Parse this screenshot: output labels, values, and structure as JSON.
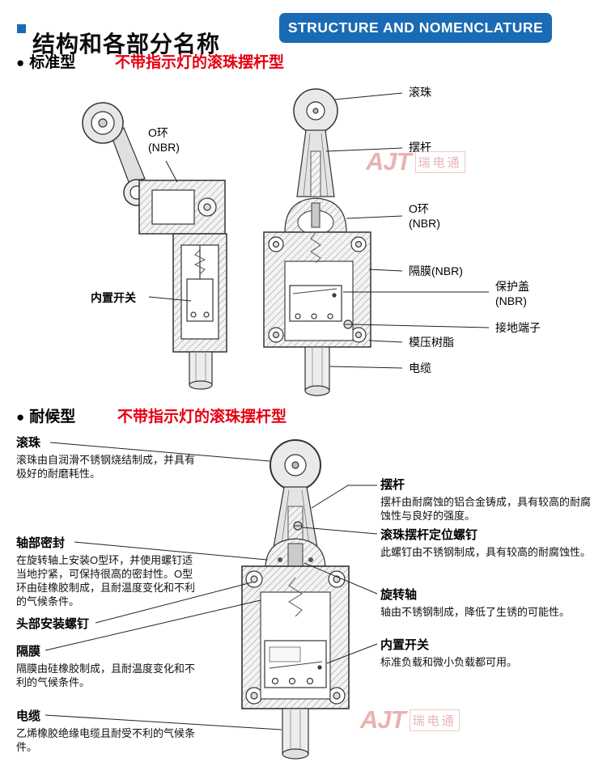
{
  "header": {
    "title": "结构和各部分名称",
    "badge": "STRUCTURE AND NOMENCLATURE"
  },
  "colors": {
    "accent_blue": "#1a6bb5",
    "subtitle_red": "#e60012",
    "watermark_red": "#dd7f7f"
  },
  "section1": {
    "bullet": "●",
    "type_label": "标准型",
    "subtitle": "不带指示灯的滚珠摆杆型",
    "labels": {
      "oring_left_1": "O环",
      "oring_left_2": "(NBR)",
      "builtin_switch": "内置开关",
      "roller": "滚珠",
      "lever": "摆杆",
      "oring_right_1": "O环",
      "oring_right_2": "(NBR)",
      "diaphragm": "隔膜(NBR)",
      "cover_1": "保护盖",
      "cover_2": "(NBR)",
      "ground_terminal": "接地端子",
      "molded_resin": "模压树脂",
      "cable": "电缆"
    }
  },
  "section2": {
    "bullet": "●",
    "type_label": "耐候型",
    "subtitle": "不带指示灯的滚珠摆杆型",
    "left_items": [
      {
        "title": "滚珠",
        "desc": "滚珠由自润滑不锈钢烧结制成，并具有极好的耐磨耗性。"
      },
      {
        "title": "轴部密封",
        "desc": "在旋转轴上安装O型环，并使用螺钉适当地拧紧，可保持很高的密封性。O型环由硅橡胶制成，且耐温度变化和不利的气候条件。"
      },
      {
        "title": "头部安装螺钉",
        "desc": ""
      },
      {
        "title": "隔膜",
        "desc": "隔膜由硅橡胶制成，且耐温度变化和不利的气候条件。"
      },
      {
        "title": "电缆",
        "desc": "乙烯橡胶绝缘电缆且耐受不利的气候条件。"
      }
    ],
    "right_items": [
      {
        "title": "摆杆",
        "desc": "摆杆由耐腐蚀的铝合金铸成，具有较高的耐腐蚀性与良好的强度。"
      },
      {
        "title": "滚珠摆杆定位螺钉",
        "desc": "此螺钉由不锈钢制成，具有较高的耐腐蚀性。"
      },
      {
        "title": "旋转轴",
        "desc": "轴由不锈钢制成，降低了生锈的可能性。"
      },
      {
        "title": "内置开关",
        "desc": "标准负载和微小负载都可用。"
      }
    ]
  },
  "watermark": {
    "logo_text": "AJT",
    "cn_text": "瑞电通"
  }
}
